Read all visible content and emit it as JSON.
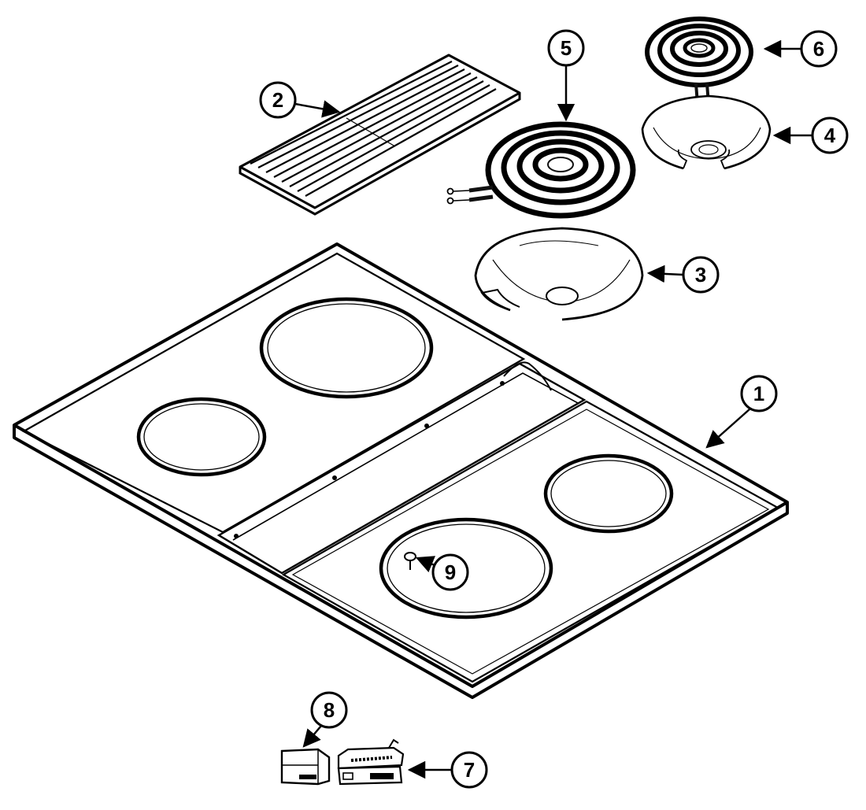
{
  "colors": {
    "ink": "#000000",
    "paper": "#ffffff",
    "coil": "#111111"
  },
  "callouts": [
    {
      "label": "1",
      "part": "cooktop-main-top"
    },
    {
      "label": "2",
      "part": "grille-vent"
    },
    {
      "label": "3",
      "part": "drip-bowl-large"
    },
    {
      "label": "4",
      "part": "drip-bowl-small"
    },
    {
      "label": "5",
      "part": "surface-element-large"
    },
    {
      "label": "6",
      "part": "surface-element-small"
    },
    {
      "label": "7",
      "part": "receptacle-terminal-block"
    },
    {
      "label": "8",
      "part": "receptacle-housing"
    },
    {
      "label": "9",
      "part": "screw"
    }
  ]
}
